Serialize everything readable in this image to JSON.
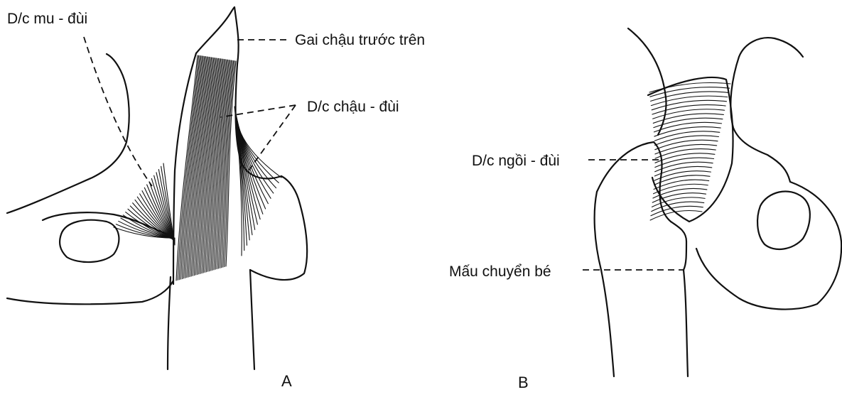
{
  "figure": {
    "ink_color": "#111111",
    "background": "#ffffff",
    "panels": [
      {
        "letter": "A"
      },
      {
        "letter": "B"
      }
    ],
    "labels": {
      "pubofemoral": "D/c mu - đùi",
      "asis": "Gai chậu trước trên",
      "iliofemoral": "D/c chậu -   đùi",
      "ischiofemoral": "D/c ngồi - đùi",
      "lesser_trochanter": "Mấu chuyển bé"
    }
  }
}
